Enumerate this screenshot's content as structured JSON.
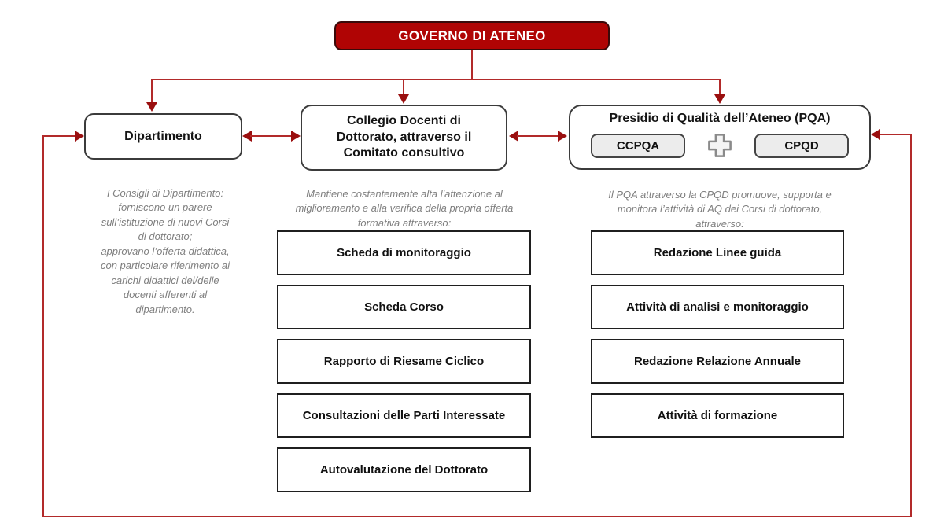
{
  "colors": {
    "brand_red": "#b00404",
    "brand_red_border": "#3a0a0a",
    "line_red": "#b22a2a",
    "arrow_red": "#9a0f0f",
    "box_border": "#3b3b3b",
    "list_border": "#1f1f1f",
    "subbox_fill": "#ececec",
    "subbox_border": "#444444",
    "muted_text": "#7f7f7f"
  },
  "root": {
    "label": "GOVERNO DI ATENEO"
  },
  "columns": [
    {
      "id": "dipartimento",
      "title": "Dipartimento",
      "description": "I Consigli di Dipartimento:\nforniscono un parere\nsull’istituzione di nuovi Corsi\ndi dottorato;\napprovano l’offerta didattica,\ncon particolare riferimento ai\ncarichi didattici dei/delle\ndocenti afferenti al\ndipartimento.",
      "items": []
    },
    {
      "id": "collegio",
      "title": "Collegio Docenti di\nDottorato, attraverso il\nComitato consultivo",
      "description": "Mantiene costantemente alta l'attenzione al\nmiglioramento e alla verifica della propria offerta\nformativa attraverso:",
      "items": [
        "Scheda di monitoraggio",
        "Scheda Corso",
        "Rapporto di Riesame Ciclico",
        "Consultazioni delle Parti Interessate",
        "Autovalutazione del Dottorato"
      ]
    },
    {
      "id": "pqa",
      "title": "Presidio di Qualità dell’Ateneo (PQA)",
      "sub_boxes": [
        "CCPQA",
        "CPQD"
      ],
      "description": "Il PQA attraverso la CPQD promuove, supporta e\nmonitora l’attività di AQ dei Corsi di dottorato,\nattraverso:",
      "items": [
        "Redazione Linee guida",
        "Attività di analisi e monitoraggio",
        "Redazione Relazione Annuale",
        "Attività di formazione"
      ]
    }
  ]
}
